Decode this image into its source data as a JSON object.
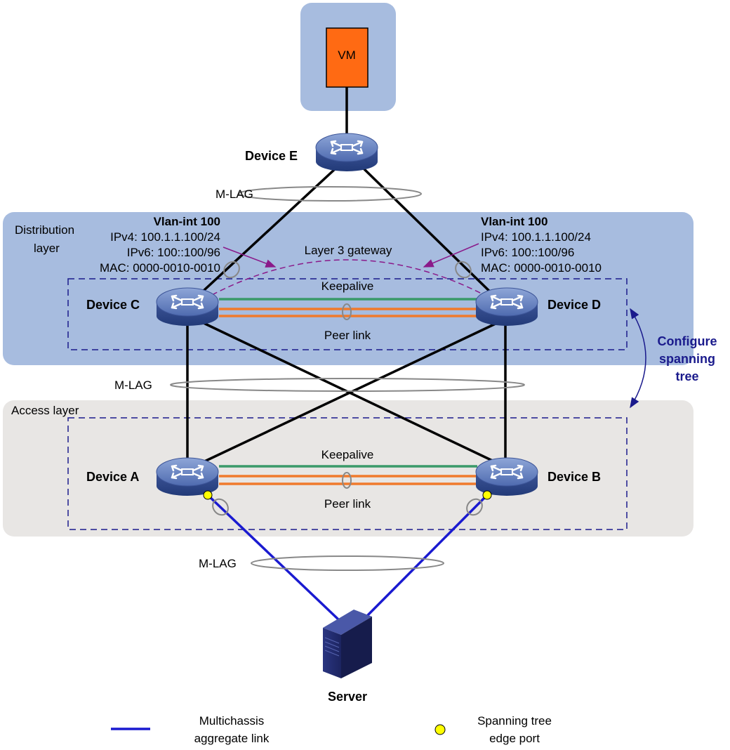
{
  "vm_label": "VM",
  "devices": {
    "e": "Device E",
    "c": "Device C",
    "d": "Device D",
    "a": "Device A",
    "b": "Device B",
    "server": "Server"
  },
  "layers": {
    "distribution_line1": "Distribution",
    "distribution_line2": "layer",
    "access": "Access layer"
  },
  "mlag": {
    "top": "M-LAG",
    "middle": "M-LAG",
    "bottom": "M-LAG"
  },
  "vlan_left": {
    "title": "Vlan-int 100",
    "ipv4": "IPv4: 100.1.1.100/24",
    "ipv6": "IPv6: 100::100/96",
    "mac": "MAC: 0000-0010-0010"
  },
  "vlan_right": {
    "title": "Vlan-int 100",
    "ipv4": "IPv4: 100.1.1.100/24",
    "ipv6": "IPv6: 100::100/96",
    "mac": "MAC: 0000-0010-0010"
  },
  "gateway_label": "Layer 3 gateway",
  "upper_pair": {
    "keepalive": "Keepalive",
    "peer_link": "Peer link"
  },
  "lower_pair": {
    "keepalive": "Keepalive",
    "peer_link": "Peer link"
  },
  "configure_spanning_tree": [
    "Configure",
    "spanning",
    "tree"
  ],
  "legend": {
    "aggregate_line1": "Multichassis",
    "aggregate_line2": "aggregate link",
    "edge_line1": "Spanning tree",
    "edge_line2": "edge port"
  },
  "colors": {
    "distribution_bg": "#a7bcdf",
    "access_bg": "#e8e6e4",
    "vm_orange": "#ff6a13",
    "keepalive_green": "#3a9a6a",
    "peer_orange": "#f07a2c",
    "aggregate_blue": "#1a1ad0",
    "edge_port_yellow": "#ffff00",
    "gateway_purple": "#8a1a8a",
    "dashed_navy": "#1a1a8c"
  }
}
